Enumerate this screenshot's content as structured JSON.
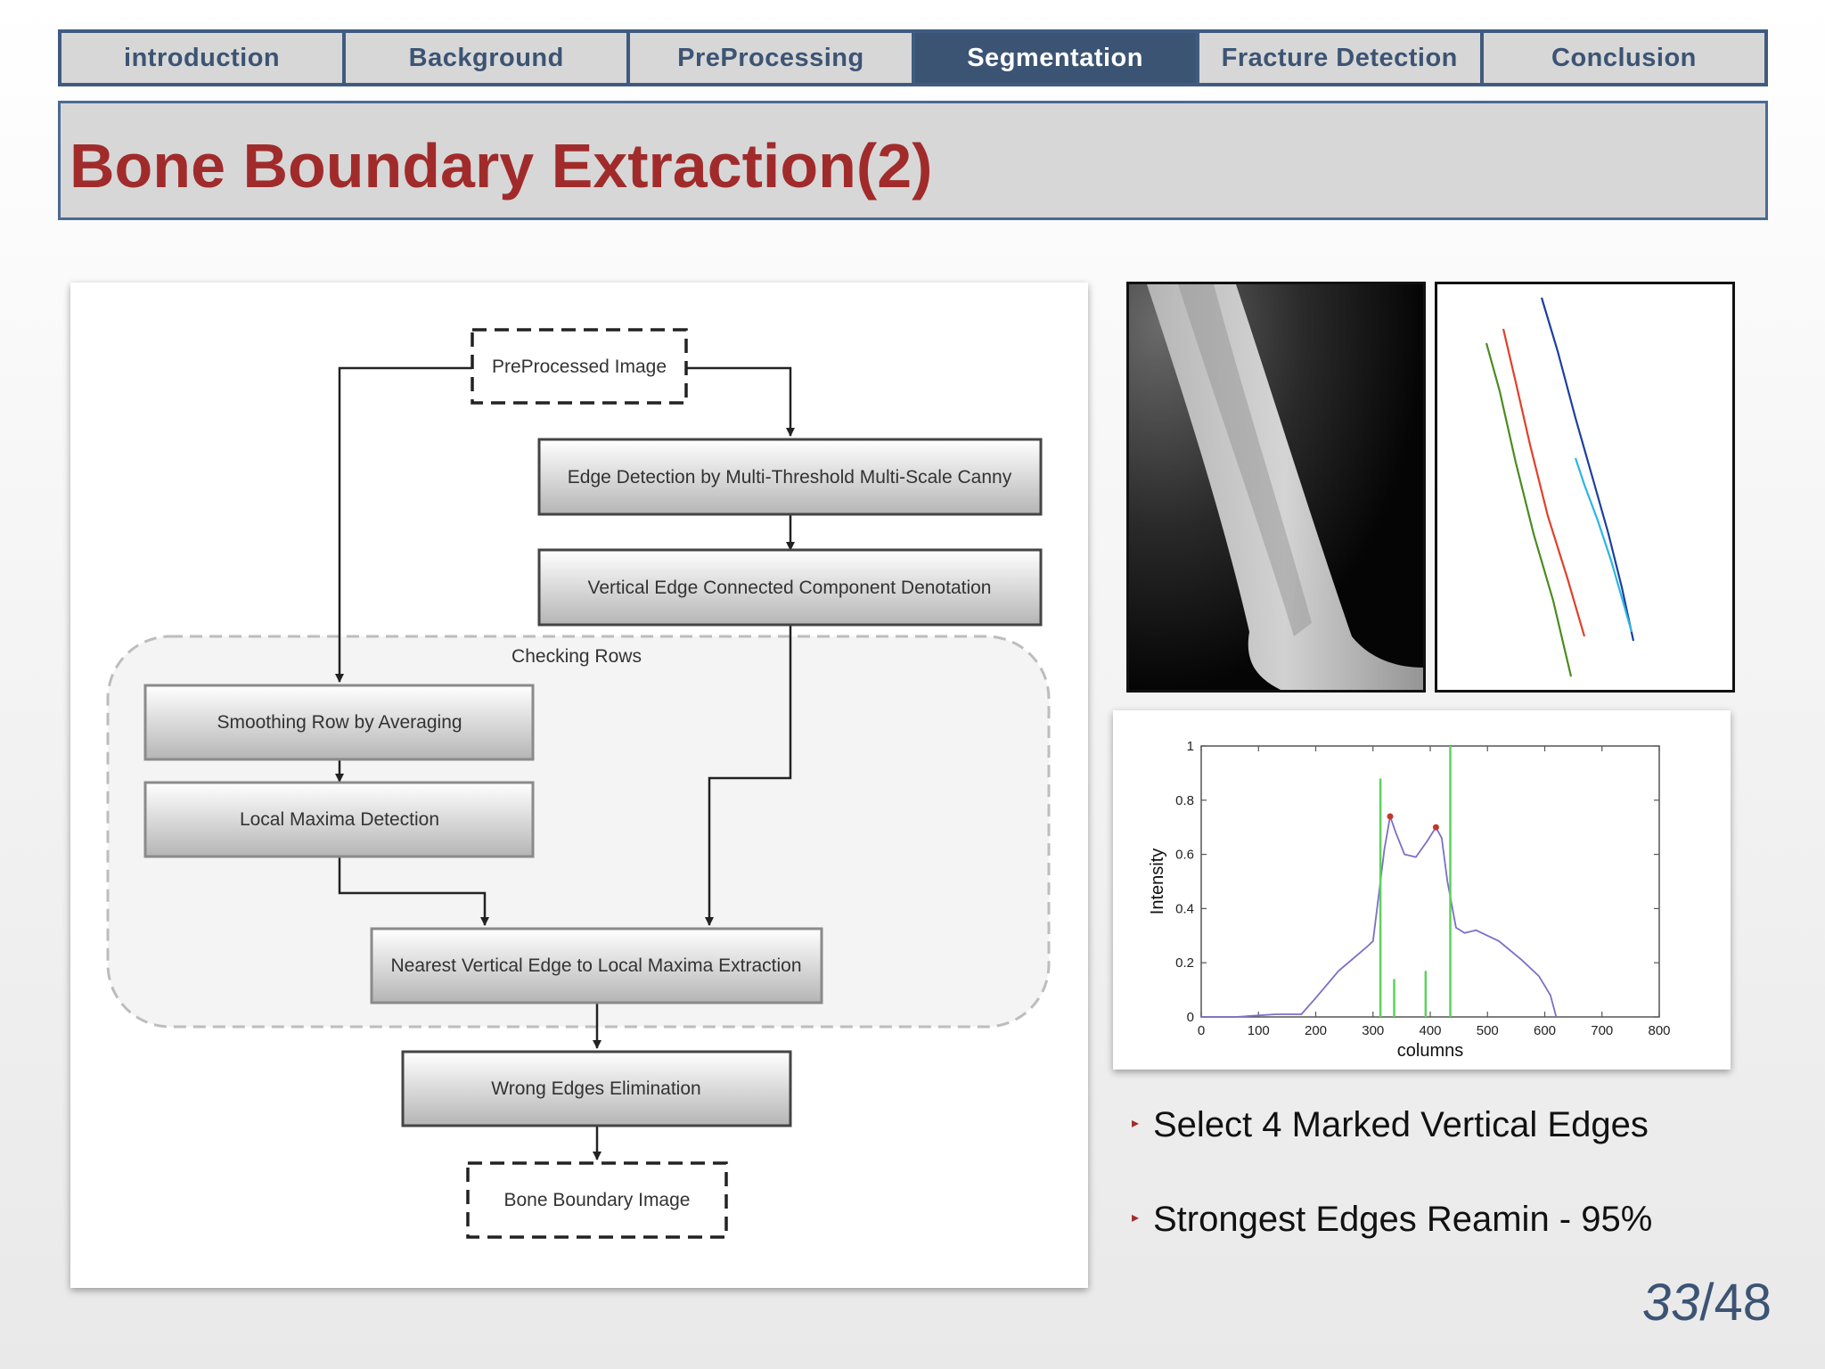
{
  "nav": {
    "tabs": [
      {
        "label": "introduction"
      },
      {
        "label": "Background"
      },
      {
        "label": "PreProcessing"
      },
      {
        "label": "Segmentation"
      },
      {
        "label": "Fracture Detection"
      },
      {
        "label": "Conclusion"
      }
    ],
    "active_index": 3
  },
  "slide": {
    "title": "Bone Boundary Extraction(2)"
  },
  "flowchart": {
    "preprocessed_image": "PreProcessed Image",
    "edge_detection": "Edge Detection by Multi-Threshold Multi-Scale Canny",
    "vertical_edge": "Vertical Edge Connected Component Denotation",
    "checking_rows": "Checking Rows",
    "smoothing": "Smoothing Row by Averaging",
    "local_maxima": "Local Maxima Detection",
    "nearest_edge": "Nearest Vertical Edge to Local Maxima Extraction",
    "wrong_edges": "Wrong Edges Elimination",
    "bone_boundary": "Bone Boundary Image"
  },
  "chart_data": {
    "type": "line",
    "title": "",
    "xlabel": "columns",
    "ylabel": "Intensity",
    "xlim": [
      0,
      800
    ],
    "ylim": [
      0,
      1
    ],
    "xticks": [
      "0",
      "100",
      "200",
      "300",
      "400",
      "500",
      "600",
      "700",
      "800"
    ],
    "yticks": [
      "0",
      "0.2",
      "0.4",
      "0.6",
      "0.8",
      "1"
    ],
    "series": [
      {
        "color": "#7b6fc6",
        "x": [
          0,
          60,
          130,
          175,
          200,
          240,
          290,
          300,
          310,
          320,
          330,
          340,
          355,
          375,
          395,
          410,
          420,
          430,
          445,
          460,
          480,
          520,
          560,
          590,
          610,
          620
        ],
        "y": [
          0,
          0,
          0.01,
          0.01,
          0.07,
          0.17,
          0.26,
          0.28,
          0.45,
          0.62,
          0.74,
          0.68,
          0.6,
          0.59,
          0.65,
          0.7,
          0.66,
          0.5,
          0.33,
          0.31,
          0.32,
          0.28,
          0.21,
          0.15,
          0.08,
          0.0
        ]
      },
      {
        "color": "#5ad35a",
        "spikes": [
          {
            "x": 313,
            "y": 0.88
          },
          {
            "x": 337,
            "y": 0.14
          },
          {
            "x": 392,
            "y": 0.17
          },
          {
            "x": 435,
            "y": 1.0
          }
        ]
      }
    ],
    "markers": [
      {
        "x": 330,
        "y": 0.74,
        "color": "#c0392b"
      },
      {
        "x": 410,
        "y": 0.7,
        "color": "#c0392b"
      }
    ]
  },
  "bullets": [
    "Select 4 Marked Vertical Edges",
    "Strongest Edges Reamin - 95%"
  ],
  "page": {
    "current": "33",
    "total": "/48"
  }
}
